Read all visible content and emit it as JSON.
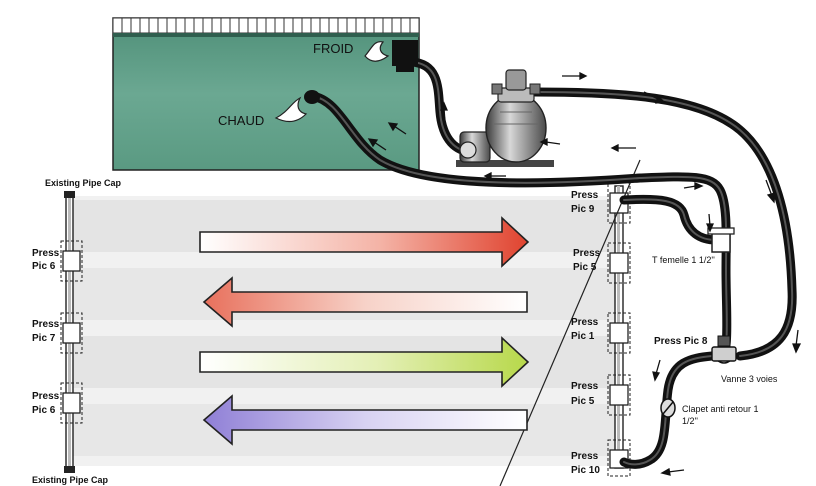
{
  "labels": {
    "froid": "FROID",
    "chaud": "CHAUD",
    "cap_top": "Existing Pipe Cap",
    "cap_bottom": "Existing Pipe Cap",
    "left_press_1": "Press",
    "left_pic_1": "Pic 6",
    "left_press_2": "Press",
    "left_pic_2": "Pic 7",
    "left_press_3": "Press",
    "left_pic_3": "Pic 6",
    "right_press_1": "Press",
    "right_pic_1": "Pic 9",
    "right_press_2": "Press",
    "right_pic_2": "Pic 5",
    "right_press_3": "Press",
    "right_pic_3": "Pic 1",
    "right_press_4": "Press",
    "right_pic_4": "Pic 5",
    "right_press_5": "Press",
    "right_pic_5": "Pic 10",
    "t_femelle": "T femelle 1 1/2''",
    "press_pic_8": "Press Pic 8",
    "vanne": "Vanne 3 voies",
    "clapet_line1": "Clapet anti retour 1",
    "clapet_line2": "1/2''"
  },
  "colors": {
    "pool_water": "#5f9e86",
    "panel_band": "#e6e6e6",
    "arrow1": "#e0432f",
    "arrow2": "#e8705c",
    "arrow3": "#b7d84a",
    "arrow4": "#8f7fd6"
  },
  "icons": [
    "pump-icon",
    "valve-icon",
    "check-valve-icon",
    "tee-fitting-icon"
  ]
}
